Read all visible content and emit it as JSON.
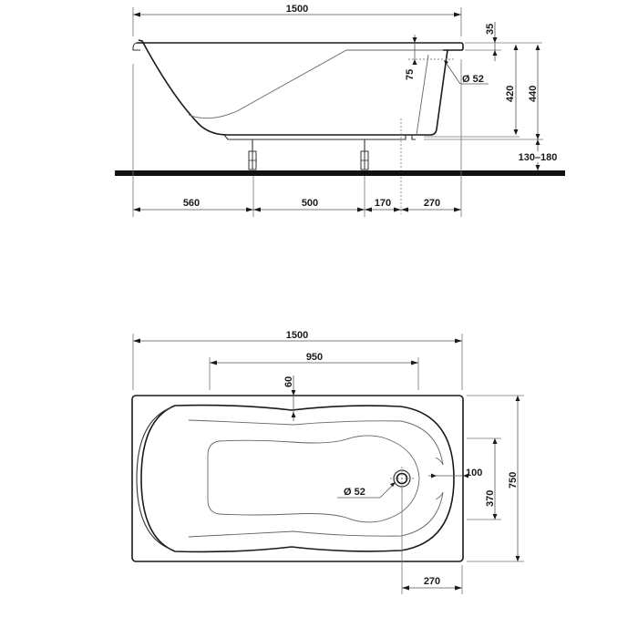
{
  "side_view": {
    "overall_length": "1500",
    "rim_thickness": "35",
    "overflow_offset": "75",
    "overflow_diameter": "Ø 52",
    "inner_depth": "420",
    "outer_height": "440",
    "leg_height_range": "130–180",
    "bottom_dims": {
      "left_to_leg1": "560",
      "leg1_to_leg2": "500",
      "leg2_to_drain": "170",
      "drain_to_end": "270"
    }
  },
  "top_view": {
    "overall_length": "1500",
    "inner_length": "950",
    "rim_offset": "60",
    "overall_width": "750",
    "drain_zone_width": "370",
    "drain_to_rim": "100",
    "drain_diameter": "Ø 52",
    "drain_to_end": "270"
  },
  "colors": {
    "line": "#1a1a1a",
    "floor": "#111111",
    "background": "#ffffff"
  }
}
